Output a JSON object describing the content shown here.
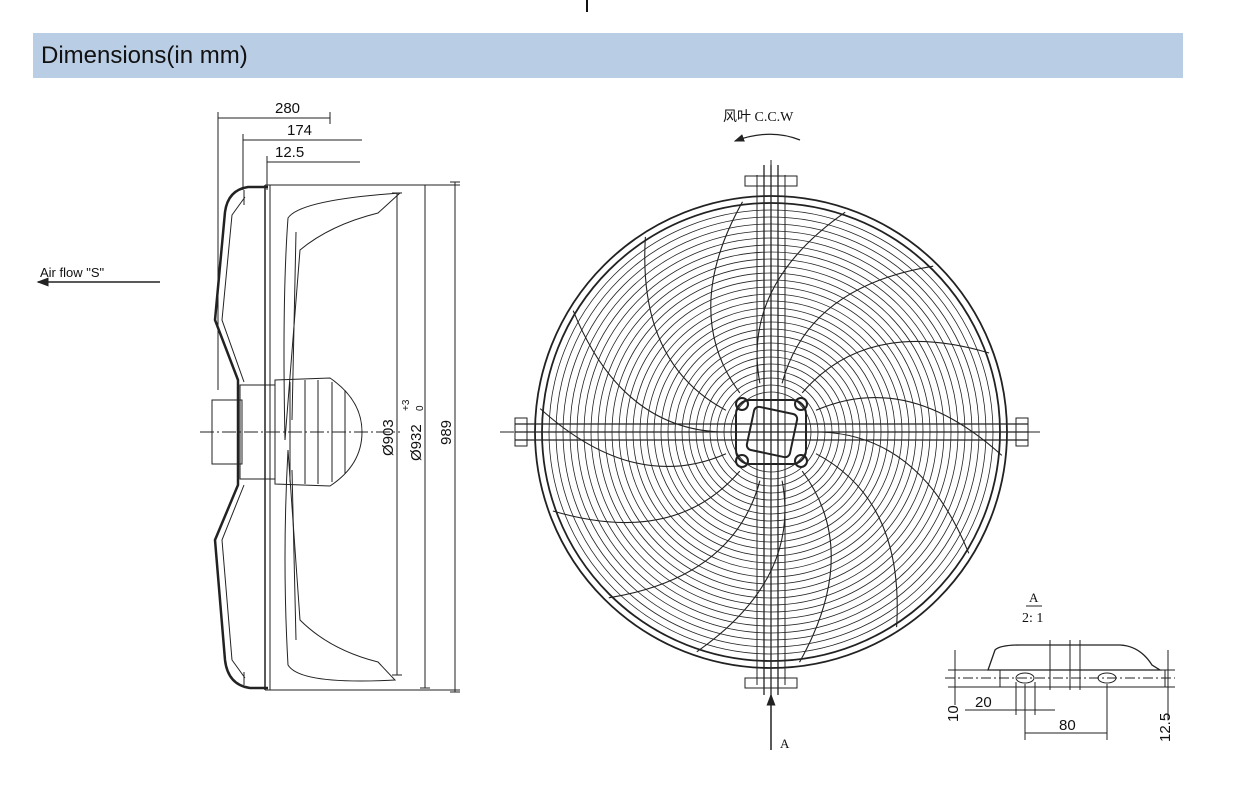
{
  "header": {
    "title": "Dimensions(in mm)"
  },
  "side_view": {
    "airflow_label": "Air flow \"S\"",
    "dim_280": "280",
    "dim_174": "174",
    "dim_12_5": "12.5",
    "dia_903": "Ø903",
    "dia_932": "Ø932",
    "dia_932_tol_plus": "+3",
    "dia_932_tol_zero": "0",
    "dim_989": "989"
  },
  "front_view": {
    "rotation_label": "风叶 C.C.W",
    "section_marker": "A"
  },
  "detail_view": {
    "title_letter": "A",
    "scale": "2: 1",
    "dim_10": "10",
    "dim_20": "20",
    "dim_80": "80",
    "dim_12_5": "12.5"
  },
  "colors": {
    "header_bar": "#b9cde4",
    "line": "#222222"
  }
}
